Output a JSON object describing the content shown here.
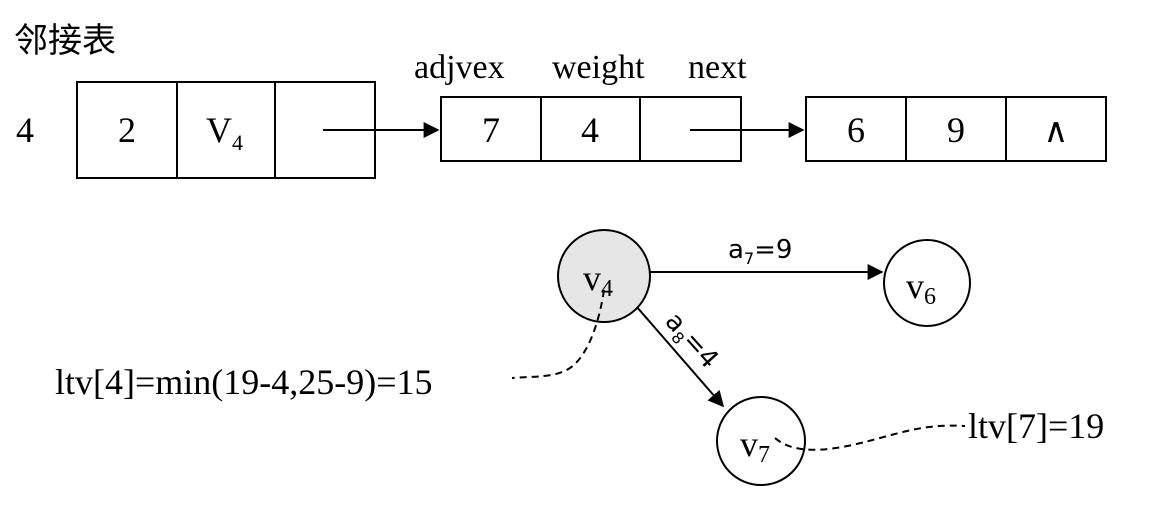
{
  "title": "邻接表",
  "vertex_index": "4",
  "head_node": {
    "in_degree": "2",
    "data": "V",
    "data_sub": "4"
  },
  "field_labels": {
    "adjvex": "adjvex",
    "weight": "weight",
    "next": "next"
  },
  "edge_node_1": {
    "adjvex": "7",
    "weight": "4"
  },
  "edge_node_2": {
    "adjvex": "6",
    "weight": "9",
    "next": "∧"
  },
  "graph": {
    "v4": {
      "label": "v",
      "sub": "4"
    },
    "v6": {
      "label": "v",
      "sub": "6"
    },
    "v7": {
      "label": "v",
      "sub": "7"
    },
    "edge_a7": {
      "name": "a",
      "sub": "7",
      "value": "=9"
    },
    "edge_a8": {
      "name": "a",
      "sub": "8",
      "value": "=4"
    }
  },
  "annotations": {
    "ltv4": "ltv[4]=min(19-4,25-9)=15",
    "ltv7": "ltv[7]=19"
  },
  "colors": {
    "line": "#000000",
    "highlight_fill": "#e6e6e6",
    "node_fill": "#ffffff"
  }
}
